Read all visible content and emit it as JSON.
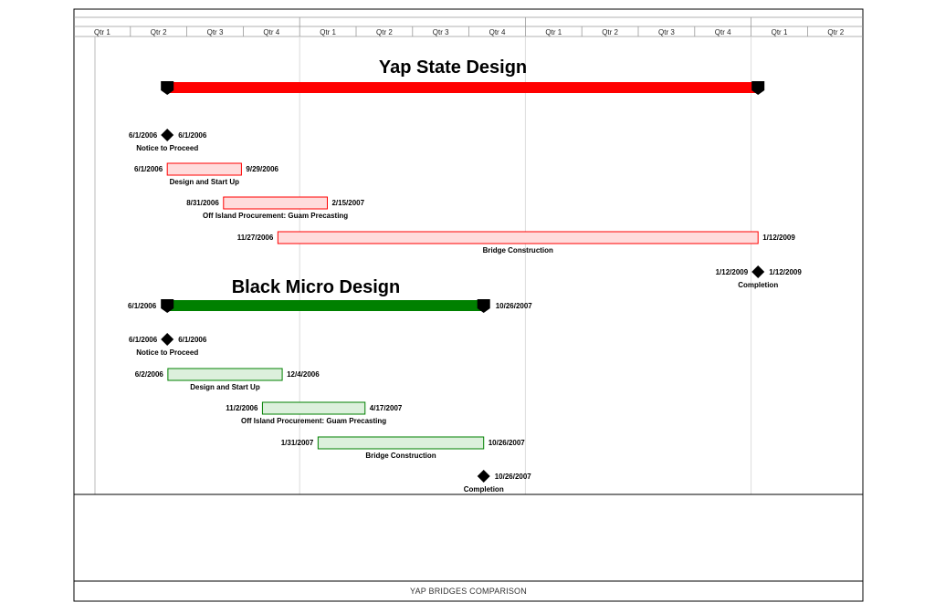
{
  "timeline": {
    "start": "2006-01-01",
    "quarter_labels": [
      "Qtr 1",
      "Qtr 2",
      "Qtr 3",
      "Qtr 4",
      "Qtr 1",
      "Qtr 2",
      "Qtr 3",
      "Qtr 4",
      "Qtr 1",
      "Qtr 2",
      "Qtr 3",
      "Qtr 4",
      "Qtr 1",
      "Qtr 2"
    ]
  },
  "chart_data": {
    "type": "gantt",
    "footer": "YAP BRIDGES COMPARISON",
    "projects": [
      {
        "title": "Yap State Design",
        "color": "#ff0000",
        "summary": {
          "start": "2006-06-01",
          "end": "2009-01-12",
          "start_label": "",
          "end_label": ""
        },
        "tasks": [
          {
            "name": "Notice to Proceed",
            "type": "milestone",
            "start": "2006-06-01",
            "end": "2006-06-01",
            "start_label": "6/1/2006",
            "end_label": "6/1/2006"
          },
          {
            "name": "Design and Start Up",
            "type": "task",
            "start": "2006-06-01",
            "end": "2006-09-29",
            "start_label": "6/1/2006",
            "end_label": "9/29/2006"
          },
          {
            "name": "Off Island Procurement: Guam Precasting",
            "type": "task",
            "start": "2006-08-31",
            "end": "2007-02-15",
            "start_label": "8/31/2006",
            "end_label": "2/15/2007"
          },
          {
            "name": "Bridge Construction",
            "type": "task",
            "start": "2006-11-27",
            "end": "2009-01-12",
            "start_label": "11/27/2006",
            "end_label": "1/12/2009"
          },
          {
            "name": "Completion",
            "type": "milestone",
            "start": "2009-01-12",
            "end": "2009-01-12",
            "start_label": "1/12/2009",
            "end_label": "1/12/2009"
          }
        ]
      },
      {
        "title": "Black Micro Design",
        "color": "#008000",
        "summary": {
          "start": "2006-06-01",
          "end": "2007-10-26",
          "start_label": "6/1/2006",
          "end_label": "10/26/2007"
        },
        "tasks": [
          {
            "name": "Notice to Proceed",
            "type": "milestone",
            "start": "2006-06-01",
            "end": "2006-06-01",
            "start_label": "6/1/2006",
            "end_label": "6/1/2006"
          },
          {
            "name": "Design and Start Up",
            "type": "task",
            "start": "2006-06-02",
            "end": "2006-12-04",
            "start_label": "6/2/2006",
            "end_label": "12/4/2006"
          },
          {
            "name": "Off Island Procurement: Guam Precasting",
            "type": "task",
            "start": "2006-11-02",
            "end": "2007-04-17",
            "start_label": "11/2/2006",
            "end_label": "4/17/2007"
          },
          {
            "name": "Bridge Construction",
            "type": "task",
            "start": "2007-01-31",
            "end": "2007-10-26",
            "start_label": "1/31/2007",
            "end_label": "10/26/2007"
          },
          {
            "name": "Completion",
            "type": "milestone",
            "start": "2007-10-26",
            "end": "2007-10-26",
            "start_label": "",
            "end_label": "10/26/2007"
          }
        ]
      }
    ]
  }
}
